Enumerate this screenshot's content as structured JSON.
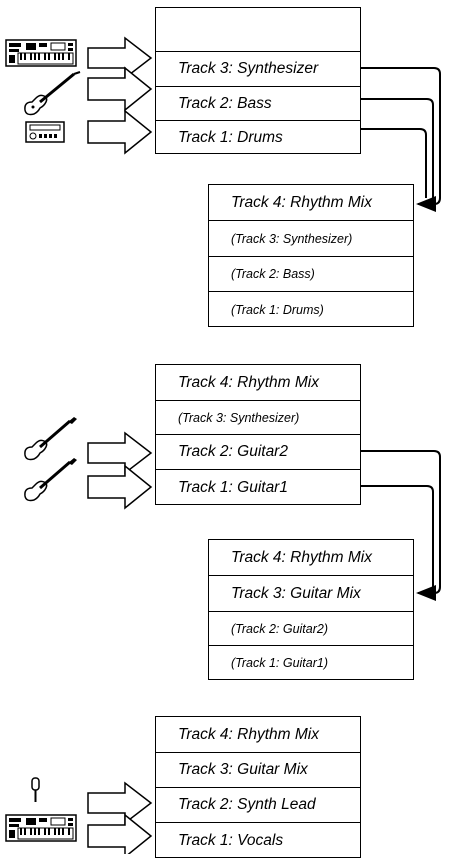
{
  "sections": [
    {
      "source_table": {
        "rows": [
          "",
          "Track 3: Synthesizer",
          "Track 2: Bass",
          "Track 1: Drums"
        ]
      },
      "input_icons": [
        "keyboard-synth-icon",
        "electric-bass-icon",
        "drum-machine-icon"
      ],
      "result_table": {
        "rows": [
          "Track 4: Rhythm Mix",
          "(Track 3: Synthesizer)",
          "(Track 2: Bass)",
          "(Track 1: Drums)"
        ]
      }
    },
    {
      "source_table": {
        "rows": [
          "Track 4: Rhythm Mix",
          "(Track 3: Synthesizer)",
          "Track 2: Guitar2",
          "Track 1: Guitar1"
        ]
      },
      "input_icons": [
        "electric-guitar-icon",
        "electric-guitar-icon"
      ],
      "result_table": {
        "rows": [
          "Track 4: Rhythm Mix",
          "Track 3: Guitar Mix",
          "(Track 2: Guitar2)",
          "(Track 1: Guitar1)"
        ]
      }
    },
    {
      "source_table": {
        "rows": [
          "Track 4: Rhythm Mix",
          "Track 3: Guitar Mix",
          "Track 2: Synth Lead",
          "Track 1: Vocals"
        ]
      },
      "input_icons": [
        "microphone-icon",
        "keyboard-synth-icon"
      ]
    }
  ],
  "colors": {
    "line": "#000000",
    "background": "#ffffff"
  }
}
